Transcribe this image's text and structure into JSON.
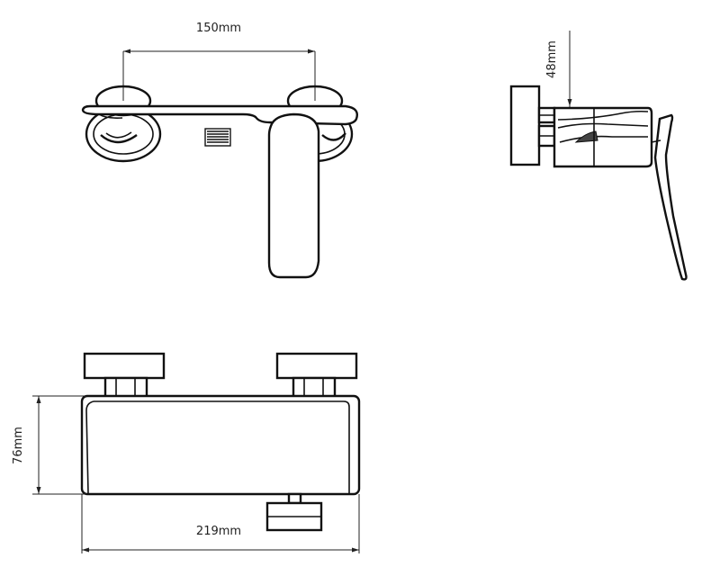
{
  "dimensions": {
    "top_width": "150mm",
    "side_depth": "48mm",
    "front_height": "76mm",
    "front_width": "219mm"
  }
}
